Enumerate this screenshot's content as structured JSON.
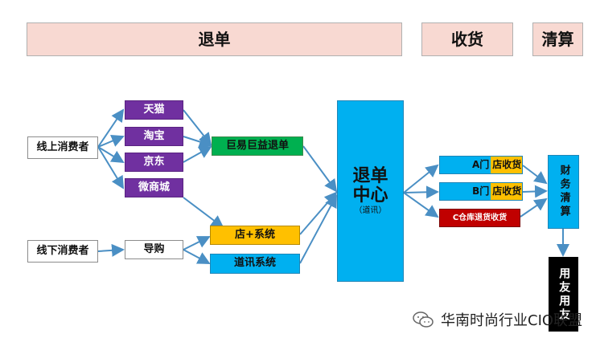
{
  "headers": {
    "return": "退单",
    "receive": "收货",
    "settle": "清算"
  },
  "channels": {
    "online_consumer": "线上消费者",
    "offline_consumer": "线下消费者",
    "tmall": "天猫",
    "taobao": "淘宝",
    "jd": "京东",
    "wechat_mall": "微商城",
    "guide": "导购"
  },
  "systems": {
    "juyi": "巨易巨益退单",
    "store_system": "店+系统",
    "daoxun_system": "道讯系统"
  },
  "center": {
    "title": "退单\n中心",
    "sub": "（道讯）"
  },
  "receiving": {
    "a_prefix": "A门",
    "a_suffix": "店收货",
    "b_prefix": "B门",
    "b_suffix": "店收货",
    "c": "C仓库退货收货"
  },
  "settlement": {
    "finance": "财务清算",
    "yonyou": "用友用友"
  },
  "watermark": {
    "text": "华南时尚行业CIO联盟"
  },
  "colors": {
    "header_bg": "#f8d9d2",
    "purple": "#7030a0",
    "green": "#00b050",
    "orange": "#ffc000",
    "blue": "#00b0f0",
    "red": "#c00000",
    "arrow": "#4a8fc4"
  }
}
